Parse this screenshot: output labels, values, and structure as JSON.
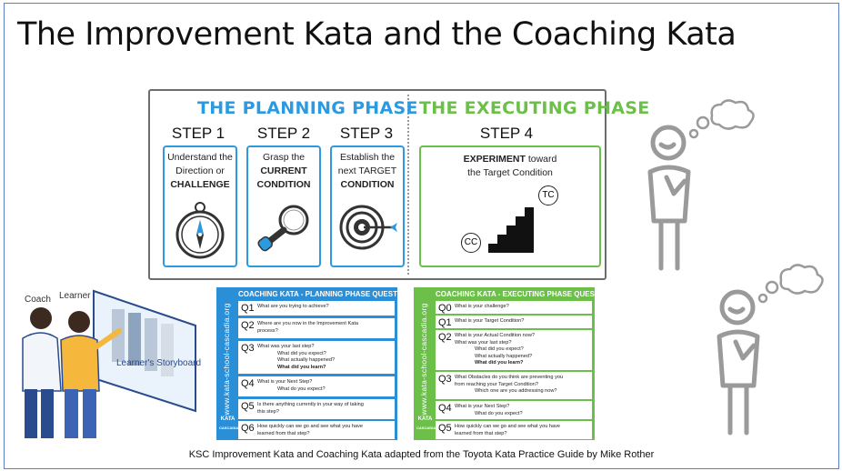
{
  "slide": {
    "title": "The Improvement Kata and the Coaching Kata",
    "caption": "KSC Improvement Kata and Coaching Kata adapted from the Toyota Kata Practice Guide by Mike Rother"
  },
  "phases": {
    "planning_title": "THE PLANNING PHASE",
    "executing_title": "THE EXECUTING PHASE",
    "steps": [
      {
        "label": "STEP 1",
        "line1": "Understand the",
        "line2": "Direction or",
        "line3": "CHALLENGE",
        "icon": "compass-icon"
      },
      {
        "label": "STEP 2",
        "line1": "Grasp the",
        "line2": "CURRENT",
        "line3": "CONDITION",
        "icon": "magnifier-icon"
      },
      {
        "label": "STEP 3",
        "line1": "Establish the",
        "line2": "next TARGET",
        "line3": "CONDITION",
        "icon": "target-icon"
      },
      {
        "label": "STEP 4",
        "line1_bold": "EXPERIMENT",
        "line1_rest": " toward",
        "line2": "the Target Condition",
        "cc": "CC",
        "tc": "TC",
        "icon": "staircase-icon"
      }
    ]
  },
  "illustration": {
    "coach": "Coach",
    "learner": "Learner",
    "storyboard": "Learner's Storyboard"
  },
  "coaching_planning": {
    "header": "COACHING KATA - PLANNING PHASE QUESTIONS",
    "side_url": "www.kata-school-cascadia.org",
    "badge_top": "KATA",
    "badge_bottom": "CASCADIA",
    "questions": [
      {
        "num": "Q1",
        "lines": [
          "What are you trying to achieve?"
        ]
      },
      {
        "num": "Q2",
        "lines": [
          "Where are you now in the Improvement Kata",
          "process?"
        ]
      },
      {
        "num": "Q3",
        "lines": [
          "What was your last step?"
        ],
        "subs": [
          "What did you expect?",
          "What actually happened?",
          "What did you learn?"
        ]
      },
      {
        "num": "Q4",
        "lines": [
          "What is your Next Step?"
        ],
        "subs": [
          "What do you expect?"
        ]
      },
      {
        "num": "Q5",
        "lines": [
          "Is there anything currently in your way of taking",
          "this step?"
        ]
      },
      {
        "num": "Q6",
        "lines": [
          "How quickly can we go and see what you have",
          "learned from that step?"
        ]
      }
    ]
  },
  "coaching_executing": {
    "header": "COACHING KATA - EXECUTING PHASE QUESTIONS",
    "side_url": "www.kata-school-cascadia.org",
    "badge_top": "KATA",
    "badge_bottom": "CASCADIA",
    "questions": [
      {
        "num": "Q0",
        "lines": [
          "What is your challenge?"
        ]
      },
      {
        "num": "Q1",
        "lines": [
          "What is your Target Condition?"
        ]
      },
      {
        "num": "Q2",
        "lines": [
          "What is your Actual Condition now?",
          "What was your last step?"
        ],
        "subs": [
          "What did you expect?",
          "What actually happened?",
          "What did you learn?"
        ]
      },
      {
        "num": "Q3",
        "lines": [
          "What Obstacles do you think are preventing you",
          "from reaching your Target Condition?"
        ],
        "subs": [
          "Which one are you addressing now?"
        ]
      },
      {
        "num": "Q4",
        "lines": [
          "What is your Next Step?"
        ],
        "subs": [
          "What do you expect?"
        ]
      },
      {
        "num": "Q5",
        "lines": [
          "How quickly can we go and see what you have",
          "learned from that step?"
        ]
      }
    ]
  },
  "colors": {
    "plan": "#2c9ae0",
    "exec": "#6cc04a",
    "figure": "#9a9a9a"
  }
}
